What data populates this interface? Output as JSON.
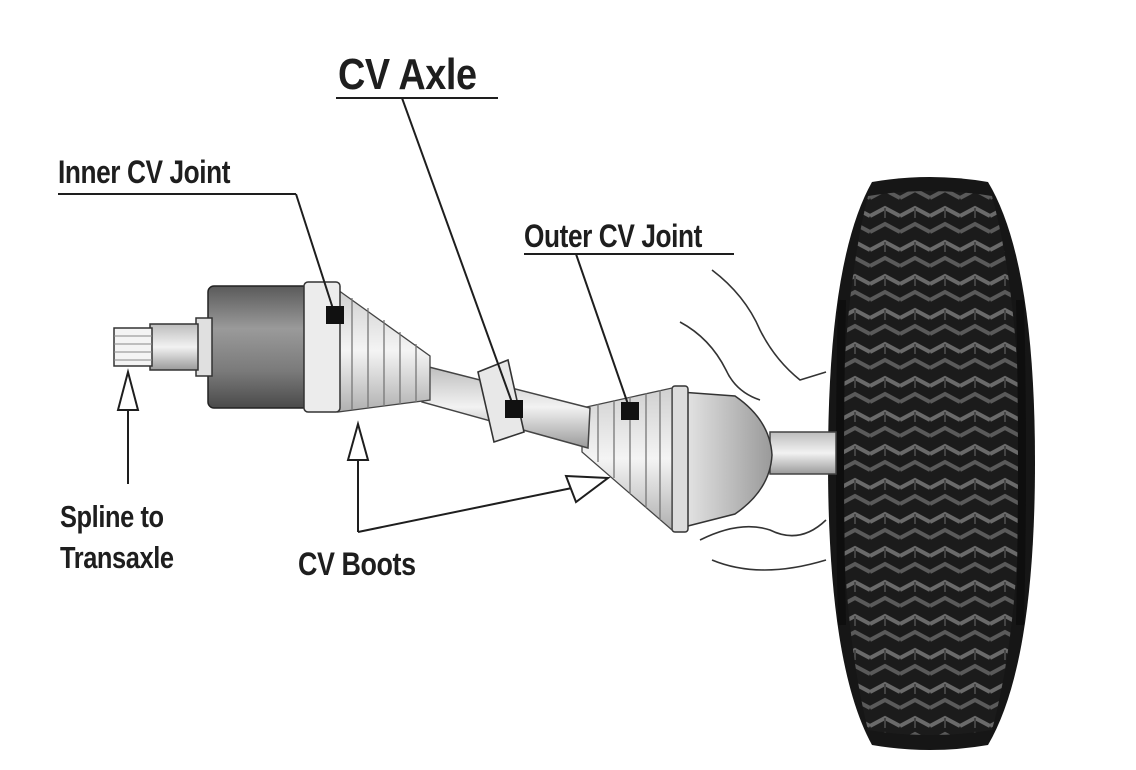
{
  "title": "CV Axle",
  "labels": {
    "inner_cv_joint": "Inner CV Joint",
    "outer_cv_joint": "Outer CV Joint",
    "spline_line1": "Spline to",
    "spline_line2": "Transaxle",
    "cv_boots": "CV Boots"
  },
  "colors": {
    "ink": "#1e1e1e",
    "tire": "#1a1a1a",
    "metal_dark": "#6a6a6a",
    "metal_light": "#e6e6e6",
    "background": "#ffffff"
  },
  "icons": [
    "tire-icon",
    "inner-cv-joint-housing-icon",
    "outer-cv-joint-housing-icon",
    "boot-icon",
    "arrow-up-icon",
    "arrow-right-icon"
  ]
}
